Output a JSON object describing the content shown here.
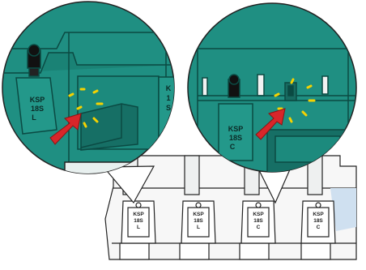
{
  "diagram": {
    "callout_left": {
      "label_lines": [
        "KSP",
        "18S",
        "L"
      ],
      "partial_label_lines": [
        "K",
        "1",
        "S"
      ]
    },
    "callout_right": {
      "label_lines": [
        "KSP",
        "18S",
        "C"
      ]
    },
    "fixture": {
      "modules": [
        {
          "label_lines": [
            "KSP",
            "18S",
            "L"
          ]
        },
        {
          "label_lines": [
            "KSP",
            "18S",
            "L"
          ]
        },
        {
          "label_lines": [
            "KSP",
            "18S",
            "C"
          ]
        },
        {
          "label_lines": [
            "KSP",
            "18S",
            "C"
          ]
        }
      ]
    },
    "colors": {
      "teal_housing": "#1f8f82",
      "teal_dark": "#0f6b60",
      "arrow_red": "#d8262a",
      "spark_yellow": "#f6d200",
      "outline": "#222222"
    }
  }
}
